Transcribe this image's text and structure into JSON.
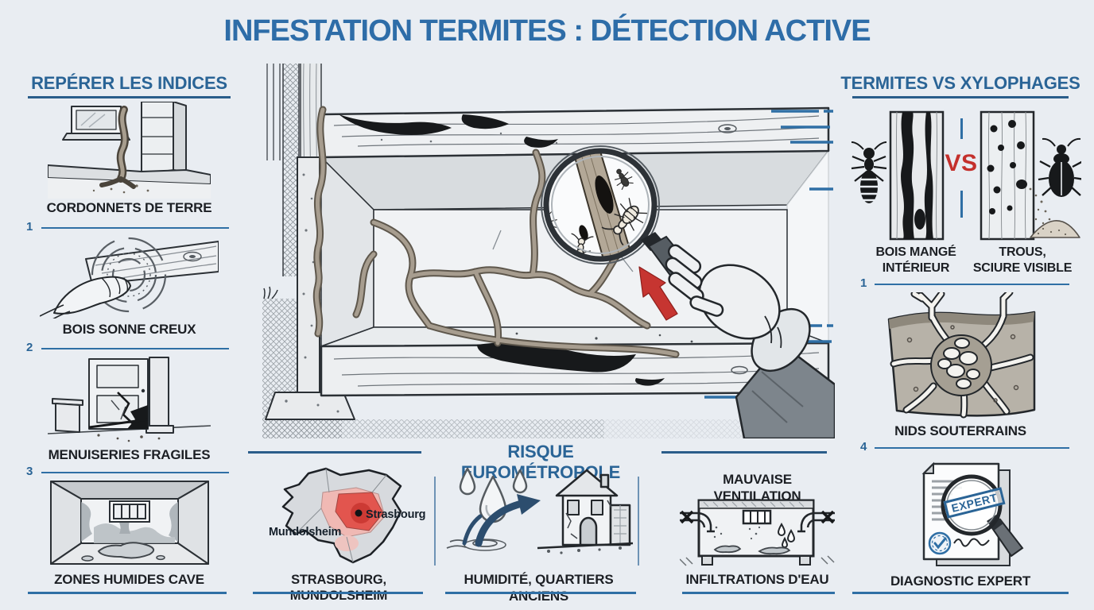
{
  "title": "INFESTATION TERMITES : DÉTECTION ACTIVE",
  "colors": {
    "background": "#e9edf2",
    "primary_blue": "#2a6496",
    "title_blue": "#2e6da8",
    "rule_blue": "#2a5d8a",
    "caption_dark": "#1c1f24",
    "accent_red": "#c4302c"
  },
  "left_panel": {
    "heading": "REPÉRER LES INDICES",
    "items": [
      {
        "icon": "mud-tube-wall",
        "caption": "CORDONNETS DE TERRE",
        "marker": "1"
      },
      {
        "icon": "hand-knock-wood",
        "caption": "BOIS SONNE CREUX",
        "marker": "2"
      },
      {
        "icon": "damaged-door",
        "caption": "MENUISERIES FRAGILES",
        "marker": "3"
      },
      {
        "icon": "damp-basement",
        "caption": "ZONES HUMIDES CAVE",
        "marker": ""
      }
    ]
  },
  "center_panel": {
    "illustration": "wood-structure-termite-galleries-magnifier-gloved-hand-red-arrow"
  },
  "right_panel": {
    "heading": "TERMITES VS XYLOPHAGES",
    "compare": {
      "left_icon": "termite-icon",
      "right_icon": "beetle-icon",
      "vs_label": "VS",
      "left_caption": "BOIS MANGÉ\nINTÉRIEUR",
      "right_caption": "TROUS,\nSCIURE VISIBLE",
      "marker": "1"
    },
    "nest": {
      "icon": "underground-nest",
      "caption": "NIDS SOUTERRAINS",
      "marker": "4"
    },
    "expert": {
      "icon": "report-magnifier",
      "caption": "DIAGNOSTIC EXPERT",
      "stamp": "EXPERT"
    }
  },
  "bottom_panel": {
    "heading": "RISQUE EUROMÉTROPOLE",
    "map": {
      "caption": "STRASBOURG, MUNDOLSHEIM",
      "city_label": "Strasbourg",
      "town_label": "Mundolsheim"
    },
    "humidity": {
      "caption": "HUMIDITÉ, QUARTIERS ANCIENS"
    },
    "ventilation": {
      "title": "MAUVAISE VENTILATION",
      "caption": "INFILTRATIONS D'EAU"
    }
  }
}
